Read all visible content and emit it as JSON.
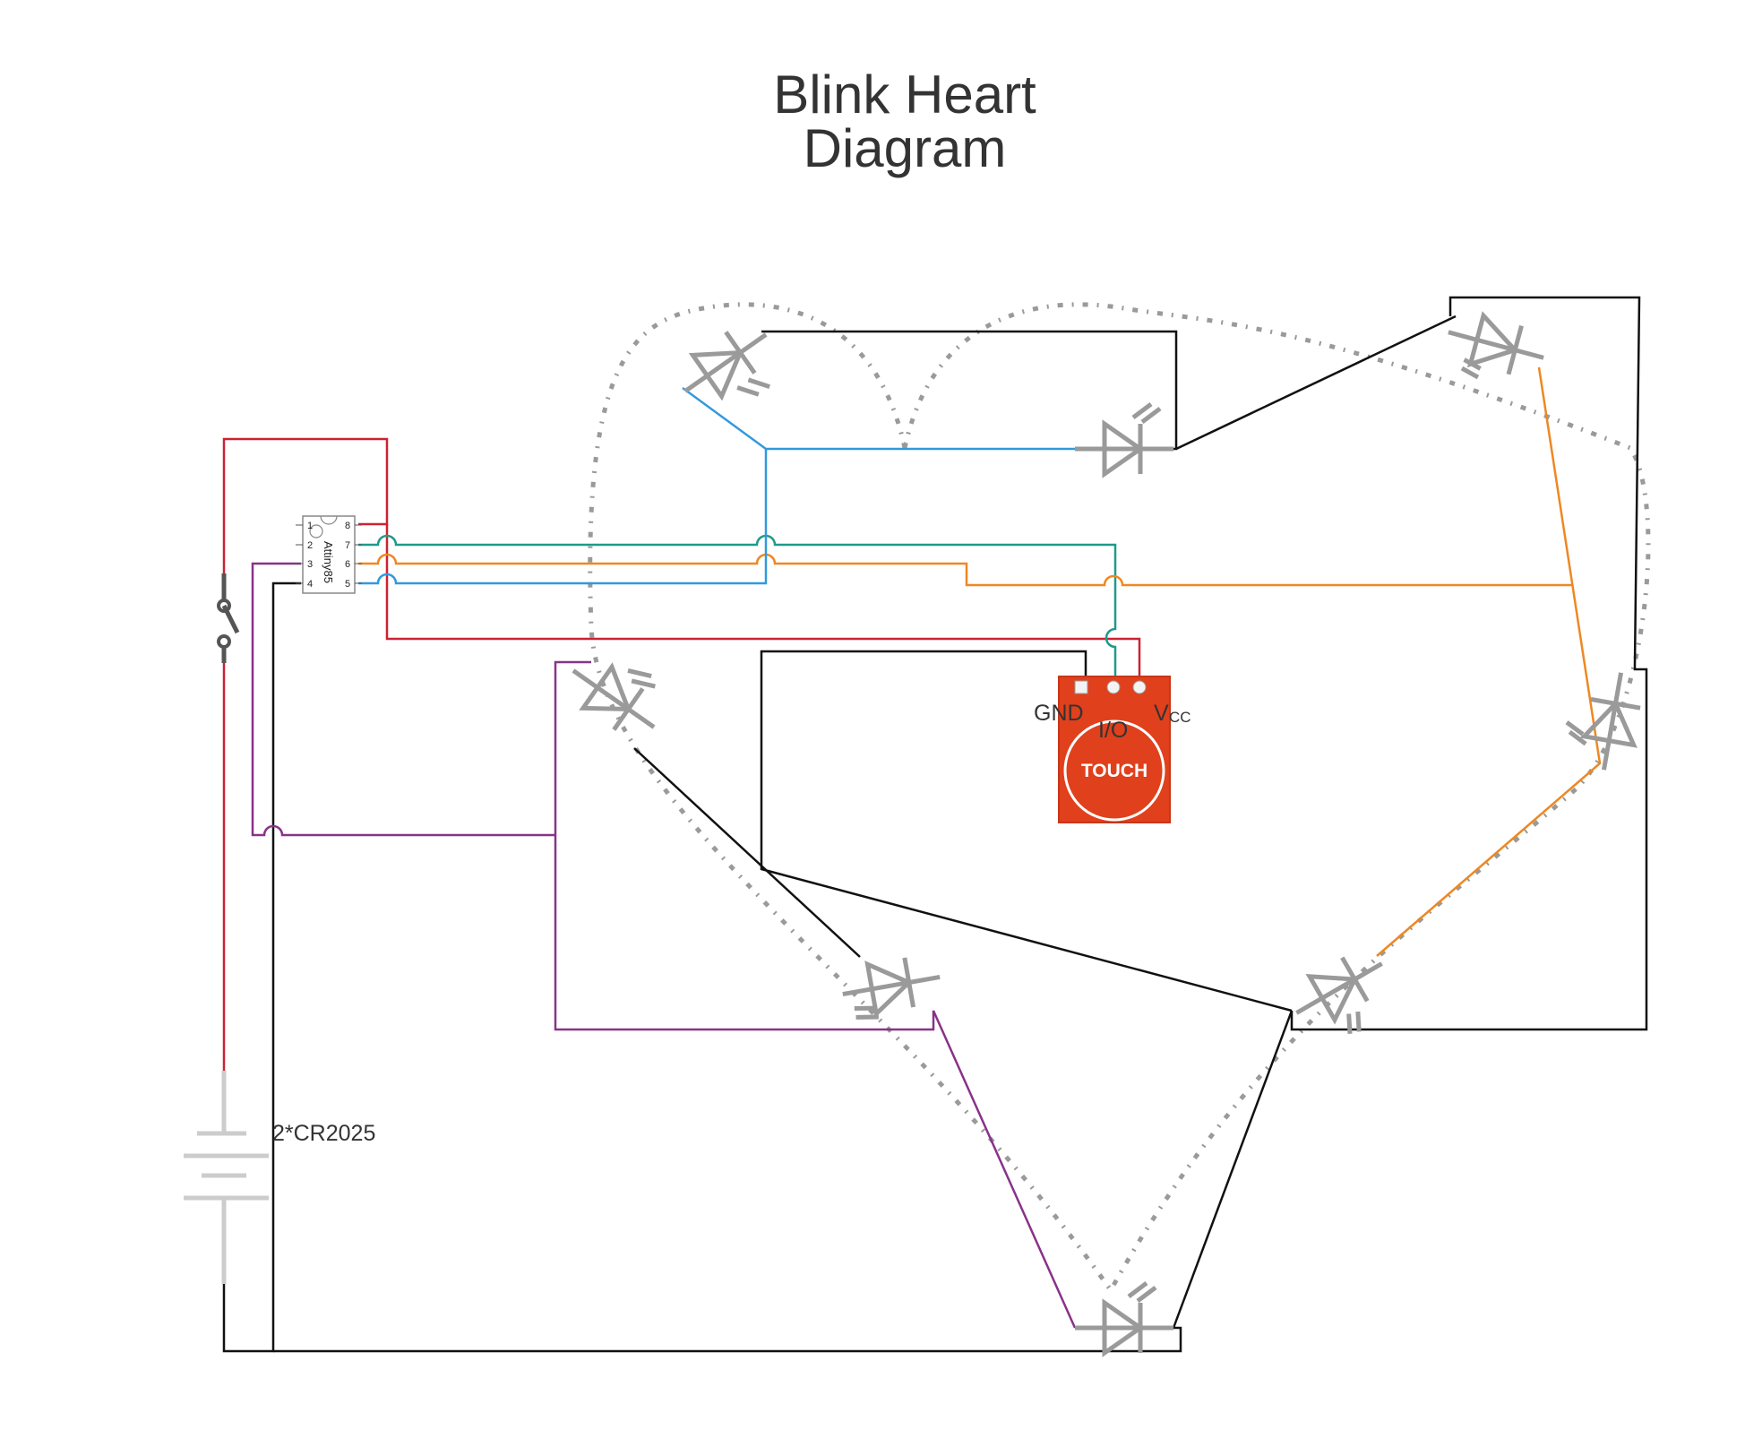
{
  "title_line1": "Blink Heart",
  "title_line2": "Diagram",
  "battery_label": "2*CR2025",
  "chip": {
    "name": "Attiny85",
    "pins_left": [
      "1",
      "2",
      "3",
      "4"
    ],
    "pins_right": [
      "8",
      "7",
      "6",
      "5"
    ]
  },
  "touch_sensor": {
    "gnd_label": "GND",
    "io_label": "I/O",
    "vcc_label": "V",
    "vcc_sub": "CC",
    "pad_text": "TOUCH"
  },
  "colors": {
    "red_wire": "#cc2233",
    "black_wire": "#111111",
    "teal_wire": "#1f9a8a",
    "orange_wire": "#ee8822",
    "blue_wire": "#3399dd",
    "purple_wire": "#883388",
    "led_gray": "#9a9a9a",
    "sensor_red": "#e0401c"
  }
}
